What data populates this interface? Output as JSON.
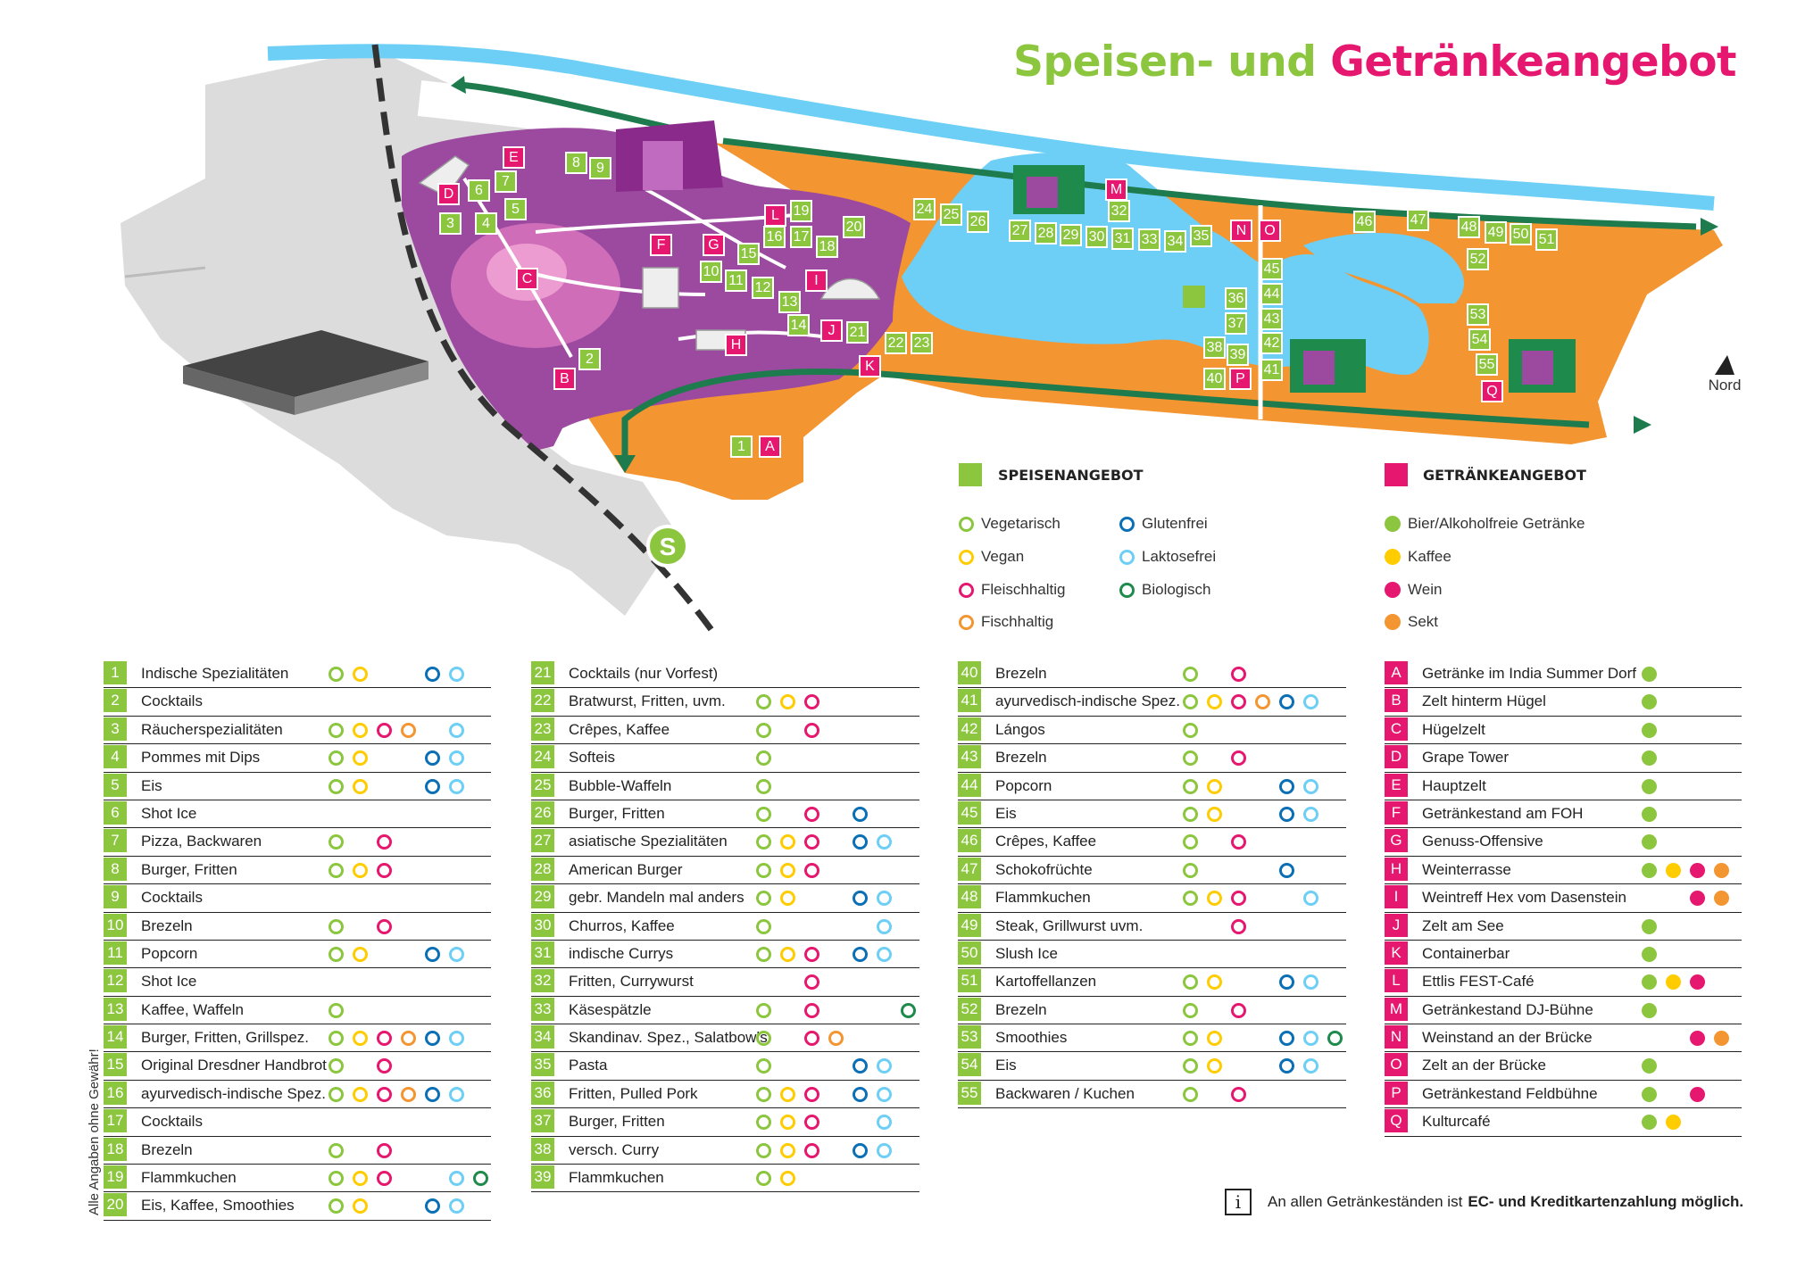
{
  "title": {
    "part1": "Speisen- und",
    "part2": "Getränkeangebot"
  },
  "north_label": "Nord",
  "s_bahn_symbol": "S",
  "colors": {
    "food": "#8cc63f",
    "drink": "#e5176e",
    "park_purple": "#9c4aa0",
    "park_orange": "#f39531",
    "water": "#6dcff6",
    "path_green": "#1e7b4d",
    "ground_grey": "#dcdcdc"
  },
  "legend": {
    "food_heading": "SPEISENANGEBOT",
    "drink_heading": "GETRÄNKEANGEBOT",
    "diet": [
      {
        "key": "veg",
        "label": "Vegetarisch",
        "color": "#8cc63f"
      },
      {
        "key": "vegan",
        "label": "Vegan",
        "color": "#ffcc00"
      },
      {
        "key": "meat",
        "label": "Fleischhaltig",
        "color": "#e5176e"
      },
      {
        "key": "fish",
        "label": "Fischhaltig",
        "color": "#f39531"
      },
      {
        "key": "gf",
        "label": "Glutenfrei",
        "color": "#0a6fb5"
      },
      {
        "key": "lf",
        "label": "Laktosefrei",
        "color": "#6dcff6"
      },
      {
        "key": "bio",
        "label": "Biologisch",
        "color": "#1e8b4d"
      }
    ],
    "drinks": [
      {
        "key": "beer",
        "label": "Bier/Alkoholfreie Getränke",
        "color": "#8cc63f"
      },
      {
        "key": "coffee",
        "label": "Kaffee",
        "color": "#ffcc00"
      },
      {
        "key": "wine",
        "label": "Wein",
        "color": "#e5176e"
      },
      {
        "key": "sekt",
        "label": "Sekt",
        "color": "#f39531"
      }
    ]
  },
  "food_stands": [
    {
      "id": "1",
      "name": "Indische Spezialitäten",
      "tags": [
        "veg",
        "vegan",
        "gf",
        "lf"
      ]
    },
    {
      "id": "2",
      "name": "Cocktails",
      "tags": []
    },
    {
      "id": "3",
      "name": "Räucherspezialitäten",
      "tags": [
        "veg",
        "vegan",
        "meat",
        "fish",
        "lf"
      ]
    },
    {
      "id": "4",
      "name": "Pommes mit Dips",
      "tags": [
        "veg",
        "vegan",
        "gf",
        "lf"
      ]
    },
    {
      "id": "5",
      "name": "Eis",
      "tags": [
        "veg",
        "vegan",
        "gf",
        "lf"
      ]
    },
    {
      "id": "6",
      "name": "Shot Ice",
      "tags": []
    },
    {
      "id": "7",
      "name": "Pizza, Backwaren",
      "tags": [
        "veg",
        "meat"
      ]
    },
    {
      "id": "8",
      "name": "Burger, Fritten",
      "tags": [
        "veg",
        "vegan",
        "meat"
      ]
    },
    {
      "id": "9",
      "name": "Cocktails",
      "tags": []
    },
    {
      "id": "10",
      "name": "Brezeln",
      "tags": [
        "veg",
        "meat"
      ]
    },
    {
      "id": "11",
      "name": "Popcorn",
      "tags": [
        "veg",
        "vegan",
        "gf",
        "lf"
      ]
    },
    {
      "id": "12",
      "name": "Shot Ice",
      "tags": []
    },
    {
      "id": "13",
      "name": "Kaffee, Waffeln",
      "tags": [
        "veg"
      ]
    },
    {
      "id": "14",
      "name": "Burger, Fritten, Grillspez.",
      "tags": [
        "veg",
        "vegan",
        "meat",
        "fish",
        "gf",
        "lf"
      ]
    },
    {
      "id": "15",
      "name": "Original Dresdner Handbrot",
      "tags": [
        "veg",
        "meat"
      ]
    },
    {
      "id": "16",
      "name": "ayurvedisch-indische Spez.",
      "tags": [
        "veg",
        "vegan",
        "meat",
        "fish",
        "gf",
        "lf"
      ]
    },
    {
      "id": "17",
      "name": "Cocktails",
      "tags": []
    },
    {
      "id": "18",
      "name": "Brezeln",
      "tags": [
        "veg",
        "meat"
      ]
    },
    {
      "id": "19",
      "name": "Flammkuchen",
      "tags": [
        "veg",
        "vegan",
        "meat",
        "lf",
        "bio"
      ]
    },
    {
      "id": "20",
      "name": "Eis, Kaffee, Smoothies",
      "tags": [
        "veg",
        "vegan",
        "gf",
        "lf"
      ]
    },
    {
      "id": "21",
      "name": "Cocktails (nur Vorfest)",
      "tags": []
    },
    {
      "id": "22",
      "name": "Bratwurst, Fritten, uvm.",
      "tags": [
        "veg",
        "vegan",
        "meat"
      ]
    },
    {
      "id": "23",
      "name": "Crêpes, Kaffee",
      "tags": [
        "veg",
        "meat"
      ]
    },
    {
      "id": "24",
      "name": "Softeis",
      "tags": [
        "veg"
      ]
    },
    {
      "id": "25",
      "name": "Bubble-Waffeln",
      "tags": [
        "veg"
      ]
    },
    {
      "id": "26",
      "name": "Burger, Fritten",
      "tags": [
        "veg",
        "meat",
        "gf"
      ]
    },
    {
      "id": "27",
      "name": "asiatische Spezialitäten",
      "tags": [
        "veg",
        "vegan",
        "meat",
        "gf",
        "lf"
      ]
    },
    {
      "id": "28",
      "name": "American Burger",
      "tags": [
        "veg",
        "vegan",
        "meat"
      ]
    },
    {
      "id": "29",
      "name": "gebr. Mandeln mal anders",
      "tags": [
        "veg",
        "vegan",
        "gf",
        "lf"
      ]
    },
    {
      "id": "30",
      "name": "Churros, Kaffee",
      "tags": [
        "veg",
        "lf"
      ]
    },
    {
      "id": "31",
      "name": "indische Currys",
      "tags": [
        "veg",
        "vegan",
        "meat",
        "gf",
        "lf"
      ]
    },
    {
      "id": "32",
      "name": "Fritten, Currywurst",
      "tags": [
        "meat"
      ]
    },
    {
      "id": "33",
      "name": "Käsespätzle",
      "tags": [
        "veg",
        "meat",
        "bio"
      ]
    },
    {
      "id": "34",
      "name": "Skandinav. Spez., Salatbowls",
      "tags": [
        "veg",
        "meat",
        "fish"
      ]
    },
    {
      "id": "35",
      "name": "Pasta",
      "tags": [
        "veg",
        "gf",
        "lf"
      ]
    },
    {
      "id": "36",
      "name": "Fritten, Pulled Pork",
      "tags": [
        "veg",
        "vegan",
        "meat",
        "gf",
        "lf"
      ]
    },
    {
      "id": "37",
      "name": "Burger, Fritten",
      "tags": [
        "veg",
        "vegan",
        "meat",
        "lf"
      ]
    },
    {
      "id": "38",
      "name": "versch. Curry",
      "tags": [
        "veg",
        "vegan",
        "meat",
        "gf",
        "lf"
      ]
    },
    {
      "id": "39",
      "name": "Flammkuchen",
      "tags": [
        "veg",
        "vegan"
      ]
    },
    {
      "id": "40",
      "name": "Brezeln",
      "tags": [
        "veg",
        "meat"
      ]
    },
    {
      "id": "41",
      "name": "ayurvedisch-indische Spez.",
      "tags": [
        "veg",
        "vegan",
        "meat",
        "fish",
        "gf",
        "lf"
      ]
    },
    {
      "id": "42",
      "name": "Lángos",
      "tags": [
        "veg"
      ]
    },
    {
      "id": "43",
      "name": "Brezeln",
      "tags": [
        "veg",
        "meat"
      ]
    },
    {
      "id": "44",
      "name": "Popcorn",
      "tags": [
        "veg",
        "vegan",
        "gf",
        "lf"
      ]
    },
    {
      "id": "45",
      "name": "Eis",
      "tags": [
        "veg",
        "vegan",
        "gf",
        "lf"
      ]
    },
    {
      "id": "46",
      "name": "Crêpes, Kaffee",
      "tags": [
        "veg",
        "meat"
      ]
    },
    {
      "id": "47",
      "name": "Schokofrüchte",
      "tags": [
        "veg",
        "gf"
      ]
    },
    {
      "id": "48",
      "name": "Flammkuchen",
      "tags": [
        "veg",
        "vegan",
        "meat",
        "lf"
      ]
    },
    {
      "id": "49",
      "name": "Steak, Grillwurst uvm.",
      "tags": [
        "meat"
      ]
    },
    {
      "id": "50",
      "name": "Slush Ice",
      "tags": []
    },
    {
      "id": "51",
      "name": "Kartoffellanzen",
      "tags": [
        "veg",
        "vegan",
        "gf",
        "lf"
      ]
    },
    {
      "id": "52",
      "name": "Brezeln",
      "tags": [
        "veg",
        "meat"
      ]
    },
    {
      "id": "53",
      "name": "Smoothies",
      "tags": [
        "veg",
        "vegan",
        "gf",
        "lf",
        "bio"
      ]
    },
    {
      "id": "54",
      "name": "Eis",
      "tags": [
        "veg",
        "vegan",
        "gf",
        "lf"
      ]
    },
    {
      "id": "55",
      "name": "Backwaren / Kuchen",
      "tags": [
        "veg",
        "meat"
      ]
    }
  ],
  "drink_stands": [
    {
      "id": "A",
      "name": "Getränke im India Summer Dorf",
      "tags": [
        "beer"
      ]
    },
    {
      "id": "B",
      "name": "Zelt hinterm Hügel",
      "tags": [
        "beer"
      ]
    },
    {
      "id": "C",
      "name": "Hügelzelt",
      "tags": [
        "beer"
      ]
    },
    {
      "id": "D",
      "name": "Grape Tower",
      "tags": [
        "beer"
      ]
    },
    {
      "id": "E",
      "name": "Hauptzelt",
      "tags": [
        "beer"
      ]
    },
    {
      "id": "F",
      "name": "Getränkestand am FOH",
      "tags": [
        "beer"
      ]
    },
    {
      "id": "G",
      "name": "Genuss-Offensive",
      "tags": [
        "beer"
      ]
    },
    {
      "id": "H",
      "name": "Weinterrasse",
      "tags": [
        "beer",
        "coffee",
        "wine",
        "sekt"
      ]
    },
    {
      "id": "I",
      "name": "Weintreff Hex vom Dasenstein",
      "tags": [
        "wine",
        "sekt"
      ]
    },
    {
      "id": "J",
      "name": "Zelt am See",
      "tags": [
        "beer"
      ]
    },
    {
      "id": "K",
      "name": "Containerbar",
      "tags": [
        "beer"
      ]
    },
    {
      "id": "L",
      "name": "Ettlis FEST-Café",
      "tags": [
        "beer",
        "coffee",
        "wine"
      ]
    },
    {
      "id": "M",
      "name": "Getränkestand DJ-Bühne",
      "tags": [
        "beer"
      ]
    },
    {
      "id": "N",
      "name": "Weinstand an der Brücke",
      "tags": [
        "wine",
        "sekt"
      ]
    },
    {
      "id": "O",
      "name": "Zelt an der Brücke",
      "tags": [
        "beer"
      ]
    },
    {
      "id": "P",
      "name": "Getränkestand Feldbühne",
      "tags": [
        "beer",
        "wine"
      ]
    },
    {
      "id": "Q",
      "name": "Kulturcafé",
      "tags": [
        "beer",
        "coffee"
      ]
    }
  ],
  "footnote": {
    "text": "An allen Getränkeständen ist",
    "bold": "EC- und Kreditkartenzahlung möglich."
  },
  "disclaimer": "Alle Angaben ohne Gewähr!"
}
